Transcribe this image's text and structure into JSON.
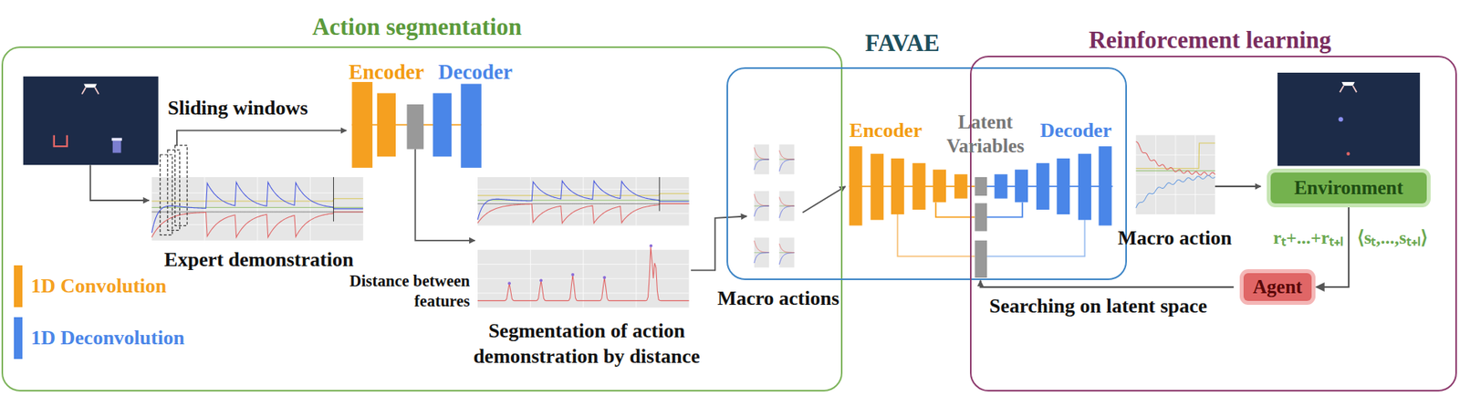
{
  "diagram": {
    "nodes": [
      {
        "text": [
          "Action segmentation"
        ]
      },
      {
        "text": [
          "FAVAE"
        ]
      },
      {
        "text": [
          "Reinforcement learning"
        ]
      },
      {
        "text": [
          "Environment"
        ],
        "in": 2
      },
      {
        "text": [
          "Agent"
        ],
        "in": 2
      }
    ],
    "edges": [
      {
        "from": 3,
        "to": 4,
        "arrow": "to"
      }
    ],
    "labels": [
      "Sliding windows",
      "Encoder",
      "Decoder",
      "Expert demonstration",
      "Distance between features",
      "Segmentation of action demonstration by distance",
      "Macro actions",
      "Encoder",
      "Latent Variables",
      "Decoder",
      "Macro action",
      "rₜ+...+rₜ₊ₗ",
      "⟨sₜ,...,sₜ₊ₗ⟩",
      "Searching on latent space"
    ],
    "legend": [
      {
        "text": "1D Convolution",
        "color": "#f5a020"
      },
      {
        "text": "1D Deconvolution",
        "color": "#4a86e8"
      }
    ]
  }
}
